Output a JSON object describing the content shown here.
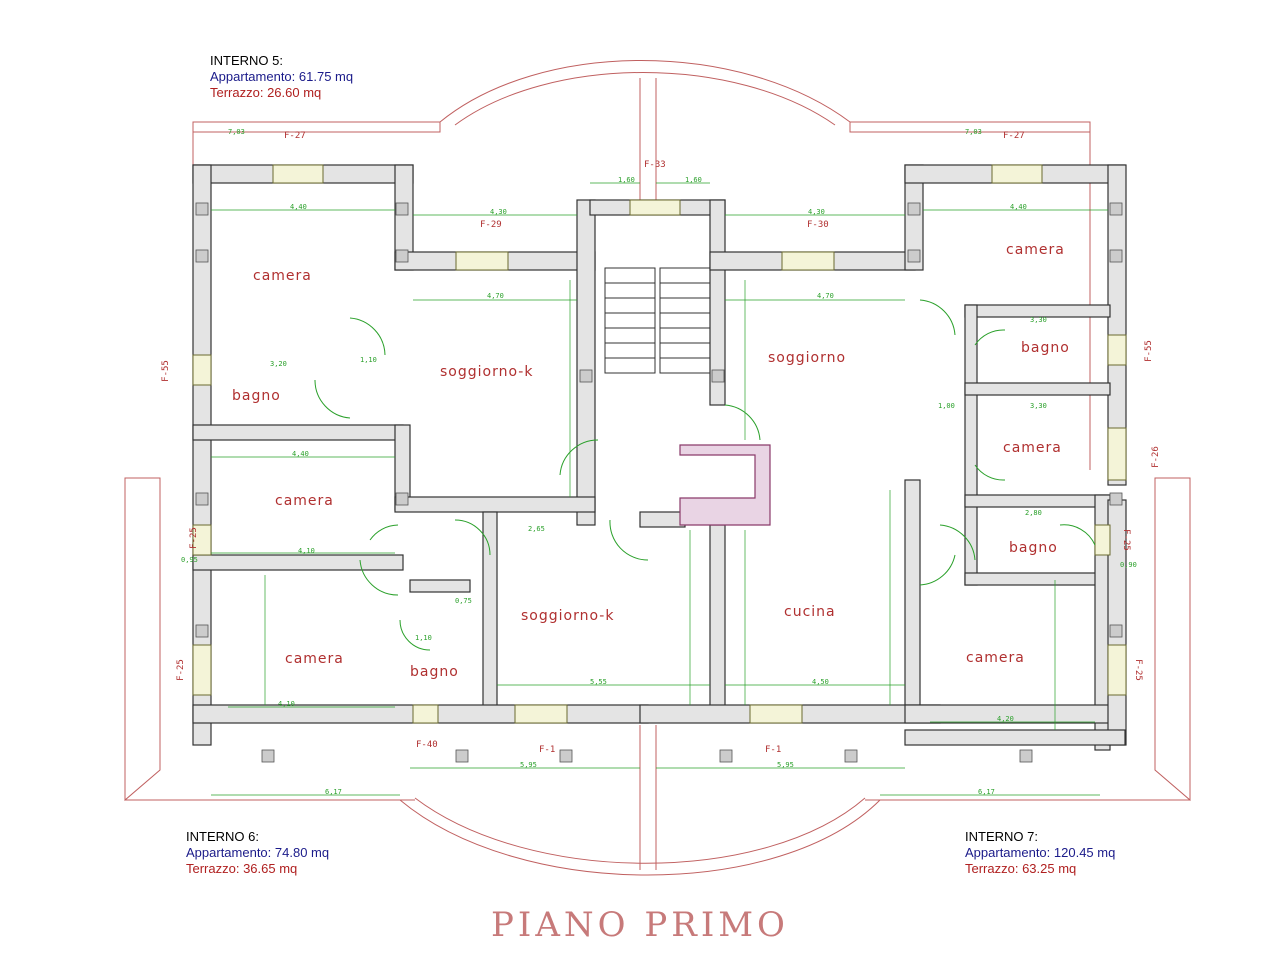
{
  "units": {
    "interno5": {
      "title": "INTERNO 5:",
      "appartamento": "Appartamento: 61.75 mq",
      "terrazzo": "Terrazzo: 26.60 mq"
    },
    "interno6": {
      "title": "INTERNO 6:",
      "appartamento": "Appartamento: 74.80 mq",
      "terrazzo": "Terrazzo: 36.65 mq"
    },
    "interno7": {
      "title": "INTERNO 7:",
      "appartamento": "Appartamento: 120.45 mq",
      "terrazzo": "Terrazzo: 63.25 mq"
    }
  },
  "rooms": {
    "camera_nw": "camera",
    "bagno_w": "bagno",
    "soggiorno_k_n": "soggiorno-k",
    "soggiorno_n": "soggiorno",
    "camera_ne": "camera",
    "bagno_ne": "bagno",
    "camera_e": "camera",
    "bagno_e": "bagno",
    "camera_w": "camera",
    "camera_sw": "camera",
    "bagno_sw": "bagno",
    "soggiorno_k_s": "soggiorno-k",
    "cucina": "cucina",
    "camera_se": "camera"
  },
  "codes": {
    "f27_w": "F-27",
    "f27_e": "F-27",
    "f33": "F-33",
    "f29": "F-29",
    "f30": "F-30",
    "f55_w": "F-55",
    "f55_e": "F-55",
    "f26": "F-26",
    "f25_w": "F-25",
    "f25_w2": "F-25",
    "f25_e": "F-25",
    "f25_e2": "F-25",
    "f40": "F-40",
    "f1_w": "F-1",
    "f1_e": "F-1"
  },
  "title": "PIANO PRIMO",
  "colors": {
    "wall_fill": "#e4e4e4",
    "wall_line": "#333333",
    "outline": "#c06060",
    "dimension": "#2aa02a",
    "door": "#2aa02a",
    "room_text": "#b03030"
  }
}
